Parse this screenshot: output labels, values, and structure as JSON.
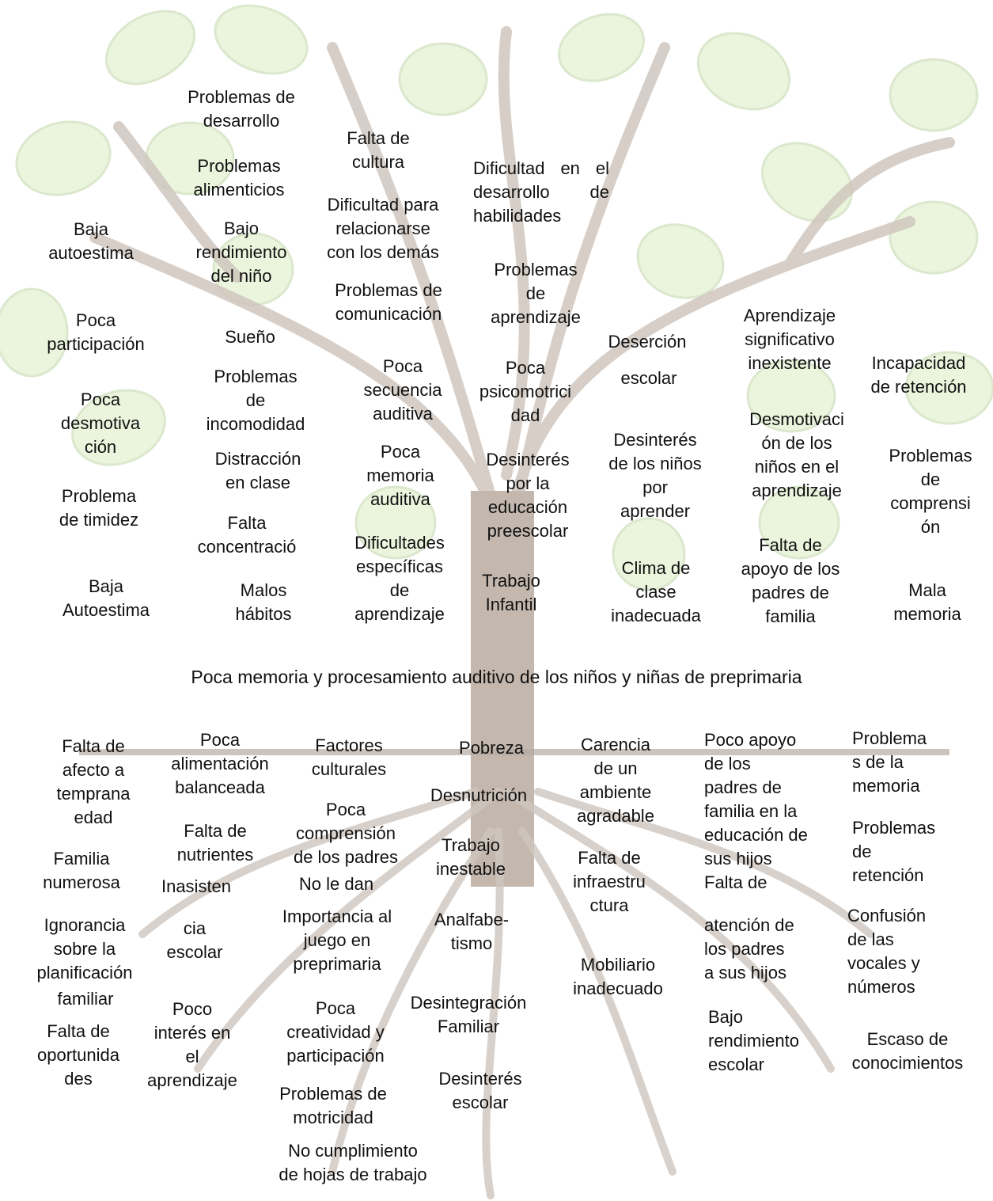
{
  "central_problem": "Poca memoria y procesamiento auditivo de los niños y niñas de preprimaria",
  "colors": {
    "trunk": "#b8aaa0",
    "leaf_light": "#e9f3d6",
    "leaf_mid": "#d6e9c2",
    "leaf_outline": "#c9dcb4"
  },
  "effects": [
    "Problemas de\ndesarrollo",
    "Falta de\ncultura",
    "Problemas\nalimenticios",
    "Dificultad    en\nel     desarrollo\nde habilidades",
    "Dificultad para\nrelacionarse\ncon los demás",
    "Baja\nautoestima",
    "Bajo\nrendimiento\ndel niño",
    "Problemas\nde\naprendizaje",
    "Problemas de\ncomunicación",
    "Poca\nparticipación",
    "Sueño",
    "Deserción",
    "Aprendizaje\nsignificativo\ninexistente",
    "Poca\nsecuencia\nauditiva",
    "Poca\npsicomotrici\ndad",
    "Problemas\nde\nincomodidad",
    "escolar",
    "Incapacidad\nde retención",
    "Poca\ndesmotiva\nción",
    "Desmotivaci\nón de los\nniños en el\naprendizaje",
    "Desinterés\nde los niños\npor\naprender",
    "Distracción\nen clase",
    "Poca\nmemoria\nauditiva",
    "Desinterés\npor la\neducación\npreescolar",
    "Problemas\nde\ncomprensi\nón",
    "Problema\nde timidez",
    "Falta\nconcentració",
    "Dificultades\nespecíficas\nde\naprendizaje",
    "Falta de\napoyo de los\npadres de\nfamilia",
    "Clima de\nclase\ninadecuada",
    "Trabajo\nInfantil",
    "Baja\nAutoestima",
    "Malos\nhábitos",
    "Mala\nmemoria"
  ],
  "causes": [
    "Falta de\nafecto a\ntemprana\nedad",
    "Poca\nalimentación\nbalanceada",
    "Factores\nculturales",
    "Pobreza",
    "Carencia\nde un\nambiente\nagradable",
    "Poco apoyo\nde los\npadres de\nfamilia en la\neducación de\nsus hijos\nFalta de",
    "Problema\ns de la\nmemoria",
    "Desnutrición",
    "Poca\ncomprensión\nde los padres",
    "Falta de\nnutrientes",
    "Familia\nnumerosa",
    "Trabajo\ninestable",
    "Problemas\nde\nretención",
    "Falta de\ninfraestru\nctura",
    "Inasisten",
    "No le dan",
    "Importancia al\njuego en\npreprimaria",
    "Ignorancia\nsobre la\nplanificación",
    "Analfabe-\ntismo",
    "cia\nescolar",
    "atención de\nlos padres\na sus hijos",
    "Confusión\nde las\nvocales y\nnúmeros",
    "Mobiliario\ninadecuado",
    "familiar",
    "Poco\ninterés en\nel\naprendizaje",
    "Poca\ncreatividad y\nparticipación",
    "Desintegración\nFamiliar",
    "Falta de\noportunida\ndes",
    "Bajo\nrendimiento\nescolar",
    "Escaso de\nconocimientos",
    "Problemas de\nmotricidad",
    "Desinterés\nescolar",
    "No cumplimiento\nde hojas de trabajo"
  ]
}
